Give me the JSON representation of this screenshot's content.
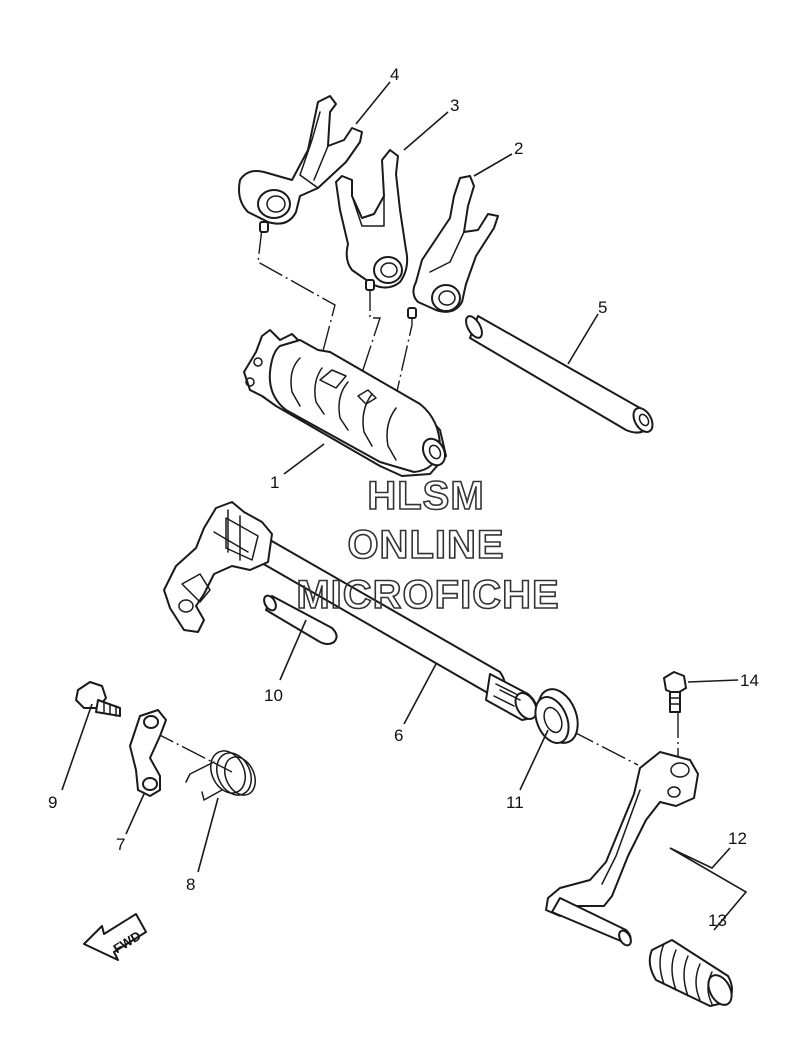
{
  "callouts": {
    "c1": "1",
    "c2": "2",
    "c3": "3",
    "c4": "4",
    "c5": "5",
    "c6": "6",
    "c7": "7",
    "c8": "8",
    "c9": "9",
    "c10": "10",
    "c11": "11",
    "c12": "12",
    "c13": "13",
    "c14": "14"
  },
  "watermark": {
    "line1": "HLSM",
    "line2": "ONLINE",
    "line3": "MICROFICHE"
  },
  "direction_marker": {
    "label": "FWD",
    "icon": "fwd-arrow-icon"
  },
  "colors": {
    "line": "#1a1a1a",
    "background": "#ffffff",
    "watermark": "#333333"
  }
}
